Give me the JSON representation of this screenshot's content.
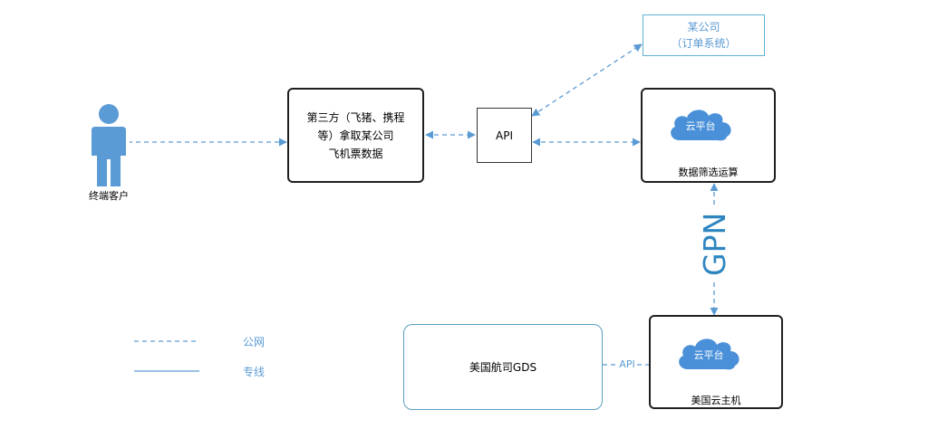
{
  "nodes": {
    "client_label": "终端客户",
    "third_party": {
      "line1": "第三方（飞猪、携程",
      "line2": "等）拿取某公司",
      "line3": "飞机票数据"
    },
    "api": "API",
    "company": {
      "line1": "某公司",
      "line2": "（订单系统）"
    },
    "cloud_top": {
      "cloud_label": "云平台",
      "caption": "数据筛选运算"
    },
    "gpn": "GPN",
    "cloud_bottom": {
      "cloud_label": "云平台",
      "caption": "美国云主机"
    },
    "gds": "美国航司GDS",
    "gds_link_label": "API"
  },
  "legend": {
    "public_network": "公网",
    "private_line": "专线"
  },
  "colors": {
    "link": "#5b9bd5",
    "person": "#5b9bd5",
    "cloud": "#4a90d9",
    "legend_text": "#5b9bd5",
    "company_text": "#5b9bd5",
    "gpn_text": "#2e86c1"
  }
}
